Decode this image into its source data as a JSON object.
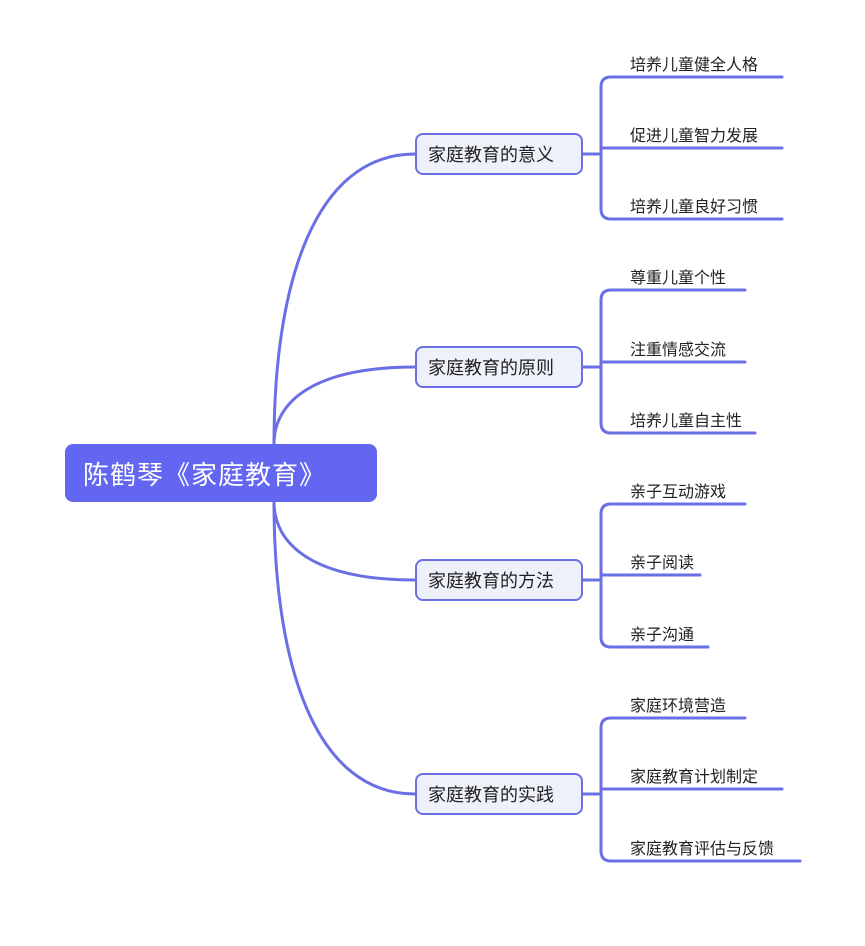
{
  "root": {
    "label": "陈鹤琴《家庭教育》"
  },
  "colors": {
    "accent": "#6366f1",
    "line": "#6b6fe6",
    "branch_bg": "#eef0fa"
  },
  "branches": [
    {
      "label": "家庭教育的意义",
      "children": [
        "培养儿童健全人格",
        "促进儿童智力发展",
        "培养儿童良好习惯"
      ]
    },
    {
      "label": "家庭教育的原则",
      "children": [
        "尊重儿童个性",
        "注重情感交流",
        "培养儿童自主性"
      ]
    },
    {
      "label": "家庭教育的方法",
      "children": [
        "亲子互动游戏",
        "亲子阅读",
        "亲子沟通"
      ]
    },
    {
      "label": "家庭教育的实践",
      "children": [
        "家庭环境营造",
        "家庭教育计划制定",
        "家庭教育评估与反馈"
      ]
    }
  ]
}
